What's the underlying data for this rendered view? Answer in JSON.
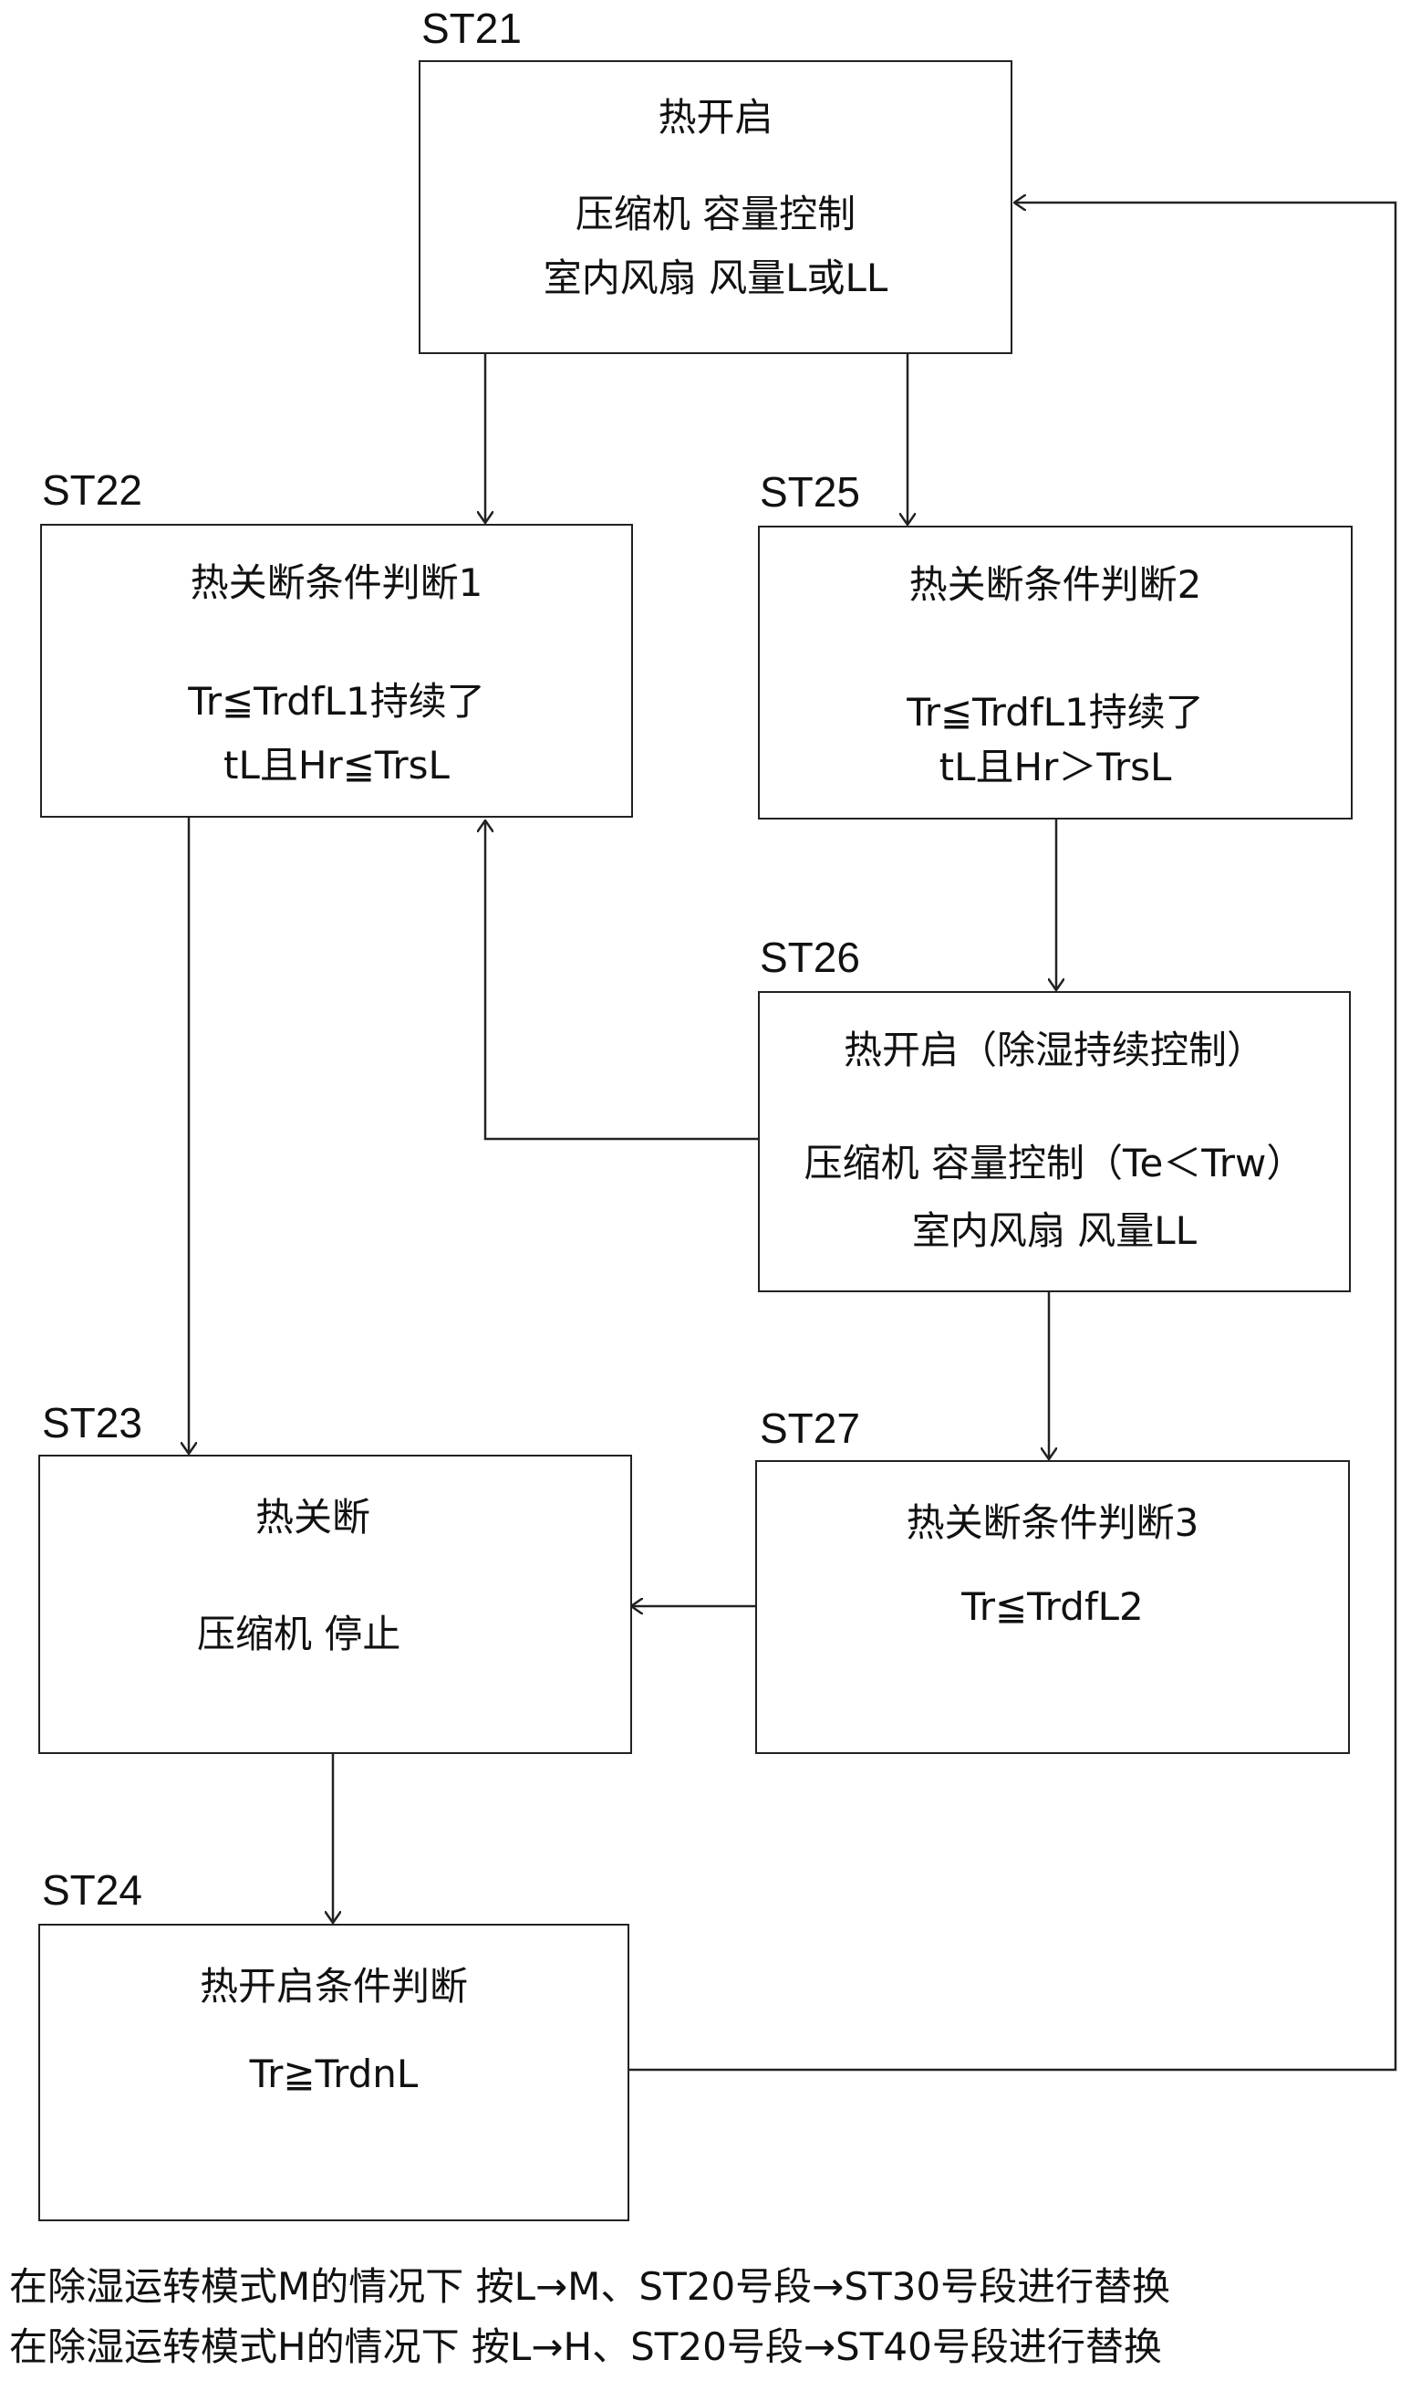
{
  "nodes": {
    "st21": {
      "label": "ST21",
      "title": "热开启",
      "line1": "压缩机 容量控制",
      "line2": "室内风扇 风量L或LL"
    },
    "st22": {
      "label": "ST22",
      "title": "热关断条件判断1",
      "line1": "Tr≦TrdfL1持续了",
      "line2": "tL且Hr≦TrsL"
    },
    "st25": {
      "label": "ST25",
      "title": "热关断条件判断2",
      "line1": "Tr≦TrdfL1持续了",
      "line2": "tL且Hr＞TrsL"
    },
    "st26": {
      "label": "ST26",
      "title": "热开启（除湿持续控制）",
      "line1": "压缩机 容量控制（Te＜Trw）",
      "line2": "室内风扇 风量LL"
    },
    "st23": {
      "label": "ST23",
      "title": "热关断",
      "line1": "压缩机 停止"
    },
    "st27": {
      "label": "ST27",
      "title": "热关断条件判断3",
      "line1": "Tr≦TrdfL2"
    },
    "st24": {
      "label": "ST24",
      "title": "热开启条件判断",
      "line1": "Tr≧TrdnL"
    }
  },
  "footer": {
    "line1": "在除湿运转模式M的情况下 按L→M、ST20号段→ST30号段进行替换",
    "line2": "在除湿运转模式H的情况下 按L→H、ST20号段→ST40号段进行替换"
  },
  "colors": {
    "line": "#222222",
    "text": "#111111",
    "background": "#ffffff"
  }
}
